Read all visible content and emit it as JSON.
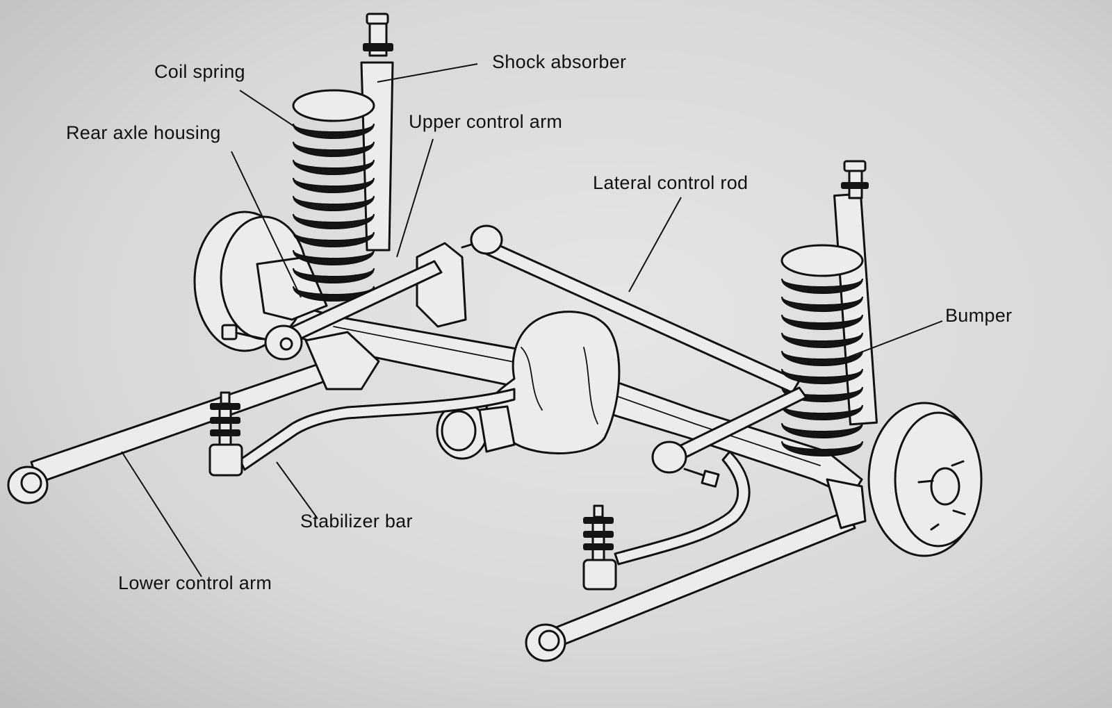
{
  "labels": {
    "shock_absorber": "Shock absorber",
    "coil_spring": "Coil spring",
    "rear_axle_housing": "Rear axle housing",
    "upper_control_arm": "Upper control arm",
    "lateral_control_rod": "Lateral control rod",
    "bumper": "Bumper",
    "stabilizer_bar": "Stabilizer bar",
    "lower_control_arm": "Lower control arm"
  }
}
